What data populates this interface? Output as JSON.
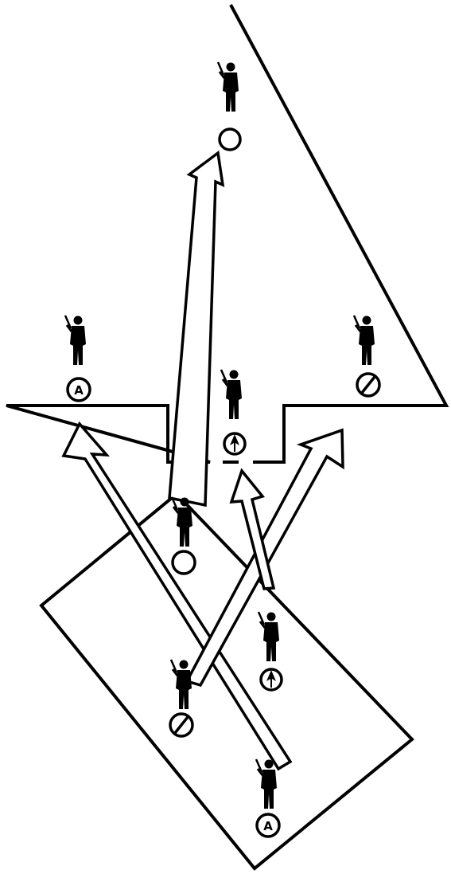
{
  "title": "",
  "colors": {
    "ink": "#000000",
    "paper": "#ffffff"
  },
  "formation_after": {
    "shape": "wedge",
    "members": [
      {
        "role": "point",
        "symbol": "open-circle"
      },
      {
        "role": "left-flank",
        "symbol": "letter",
        "label": "A"
      },
      {
        "role": "center",
        "symbol": "arrow-head"
      },
      {
        "role": "right-flank",
        "symbol": "slashed-circle"
      }
    ]
  },
  "formation_before": {
    "shape": "box",
    "members": [
      {
        "role": "front",
        "symbol": "open-circle"
      },
      {
        "role": "right-middle",
        "symbol": "arrow-head"
      },
      {
        "role": "left-middle",
        "symbol": "slashed-circle"
      },
      {
        "role": "rear",
        "symbol": "letter",
        "label": "A"
      }
    ]
  },
  "movements": [
    {
      "from": "open-circle",
      "to": "point"
    },
    {
      "from": "letter-A",
      "to": "left-flank"
    },
    {
      "from": "slashed-circle",
      "to": "right-flank"
    },
    {
      "from": "arrow-head",
      "to": "center"
    }
  ]
}
